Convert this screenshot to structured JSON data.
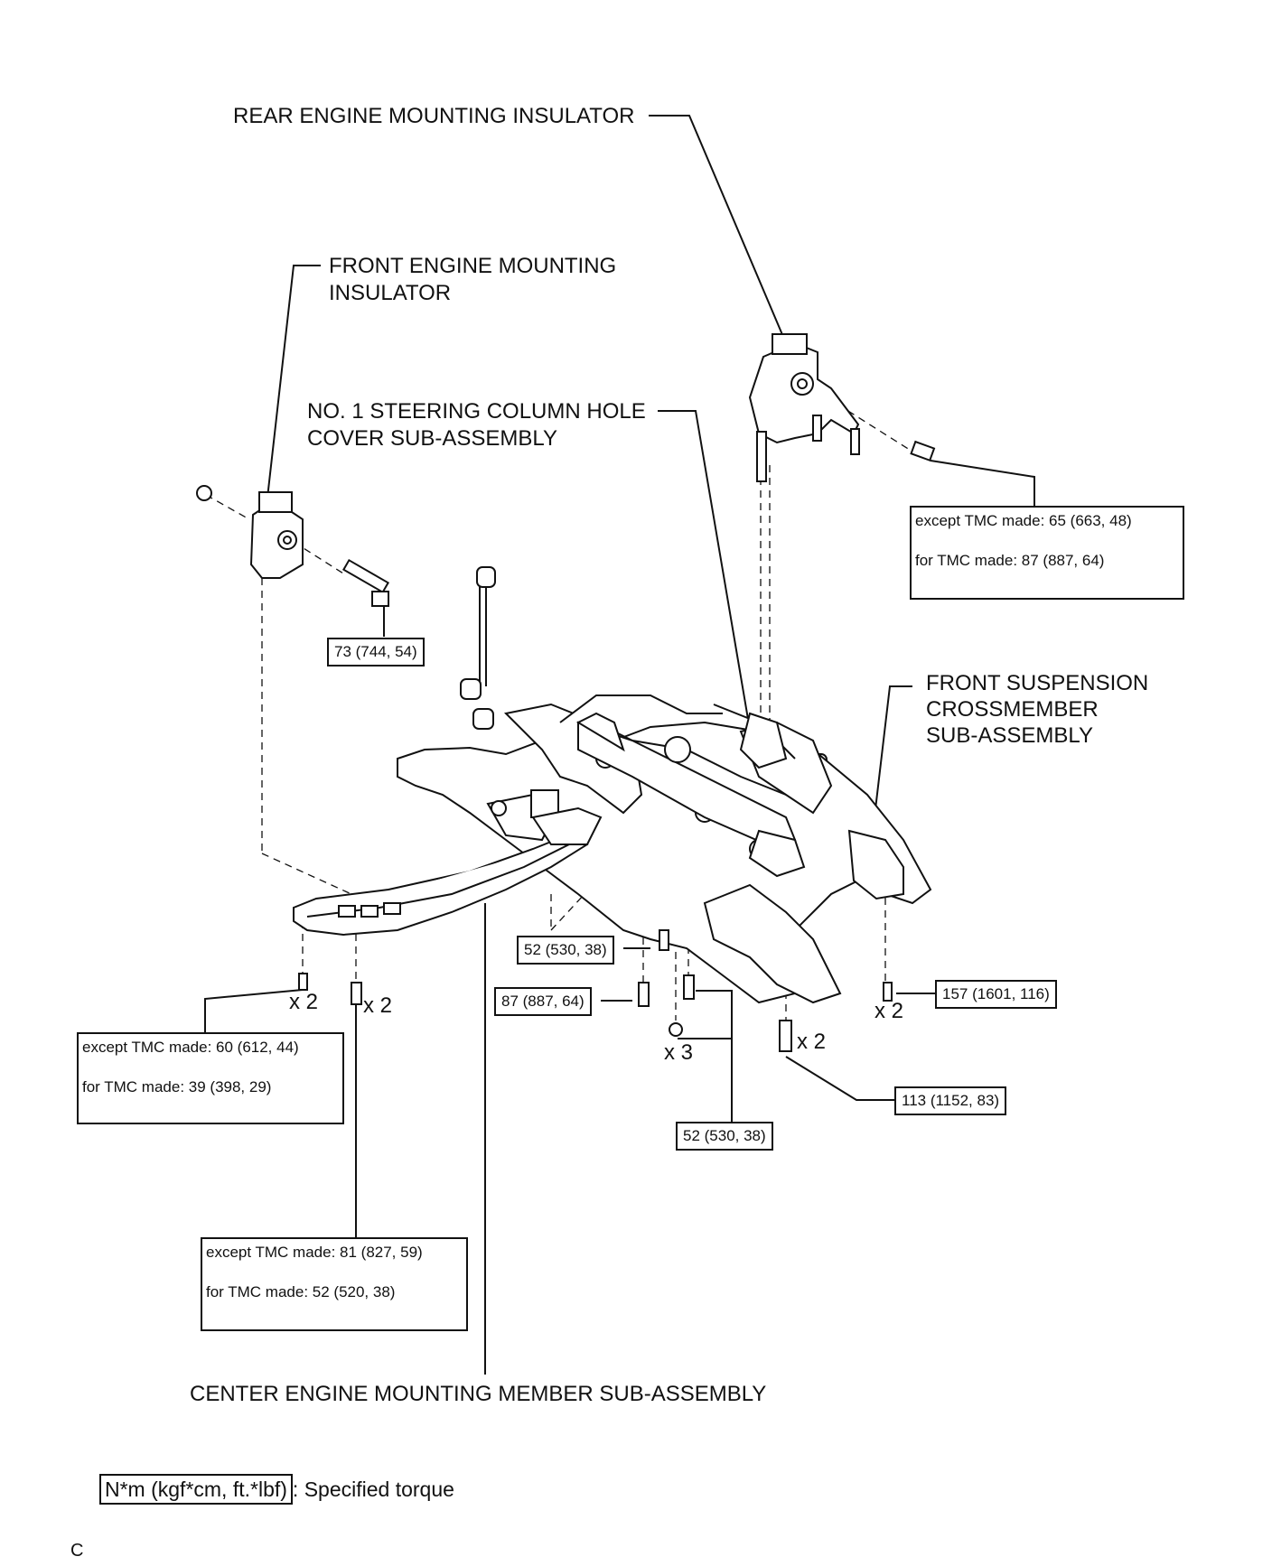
{
  "labels": {
    "rear_insulator": "REAR ENGINE MOUNTING INSULATOR",
    "front_insulator_line1": "FRONT ENGINE MOUNTING",
    "front_insulator_line2": "INSULATOR",
    "steering_cover_line1": "NO. 1 STEERING COLUMN HOLE",
    "steering_cover_line2": "COVER SUB-ASSEMBLY",
    "crossmember_line1": "FRONT SUSPENSION",
    "crossmember_line2": "CROSSMEMBER",
    "crossmember_line3": "SUB-ASSEMBLY",
    "center_member": "CENTER ENGINE MOUNTING MEMBER SUB-ASSEMBLY"
  },
  "torque": {
    "rear_mount": {
      "line1": "except TMC made: 65 (663, 48)",
      "line2": "for TMC made: 87 (887, 64)"
    },
    "front_mount": "73 (744, 54)",
    "center_rear_left": {
      "line1": "except TMC made: 60 (612, 44)",
      "line2": "for TMC made: 39 (398, 29)"
    },
    "center_rear_right": {
      "line1": "except TMC made: 81 (827, 59)",
      "line2": "for TMC made: 52 (520, 38)"
    },
    "bolt_52_upper": "52 (530, 38)",
    "bolt_87": "87 (887, 64)",
    "bolt_52_lower": "52 (530, 38)",
    "bolt_157": "157 (1601, 116)",
    "bolt_113": "113 (1152, 83)"
  },
  "quantities": {
    "q1": "x 2",
    "q2": "x 2",
    "q3": "x 3",
    "q4": "x 2",
    "q5": "x 2"
  },
  "legend": {
    "unit_box": "N*m (kgf*cm, ft.*lbf)",
    "text": ": Specified torque"
  },
  "corner_mark": "C"
}
